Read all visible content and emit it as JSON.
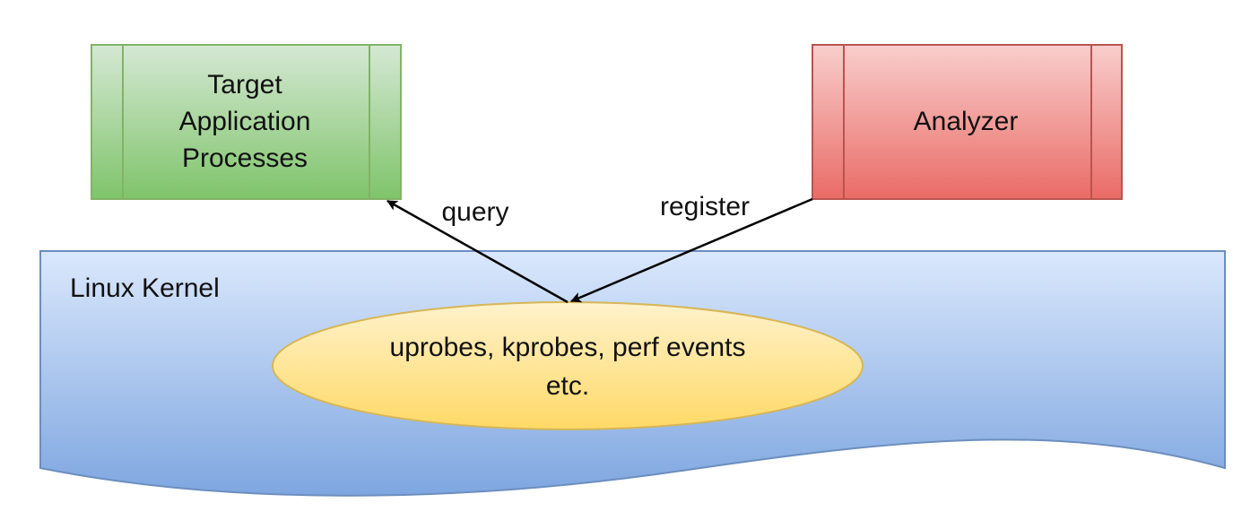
{
  "target_box": {
    "lines": [
      "Target",
      "Application",
      "Processes"
    ],
    "fill_top": "#d5e8d4",
    "fill_bottom": "#7fc46a",
    "stroke": "#82b366"
  },
  "analyzer_box": {
    "label": "Analyzer",
    "fill_top": "#f8cecc",
    "fill_bottom": "#ea6b66",
    "stroke": "#b85450"
  },
  "kernel": {
    "label": "Linux Kernel",
    "fill_top": "#dae8fc",
    "fill_bottom": "#7ea6e0",
    "stroke": "#6c8ebf"
  },
  "probes": {
    "lines": [
      "uprobes, kprobes, perf events",
      "etc."
    ],
    "fill_top": "#fff2cc",
    "fill_bottom": "#ffd966",
    "stroke": "#d6b656"
  },
  "edges": {
    "query_label": "query",
    "register_label": "register"
  }
}
